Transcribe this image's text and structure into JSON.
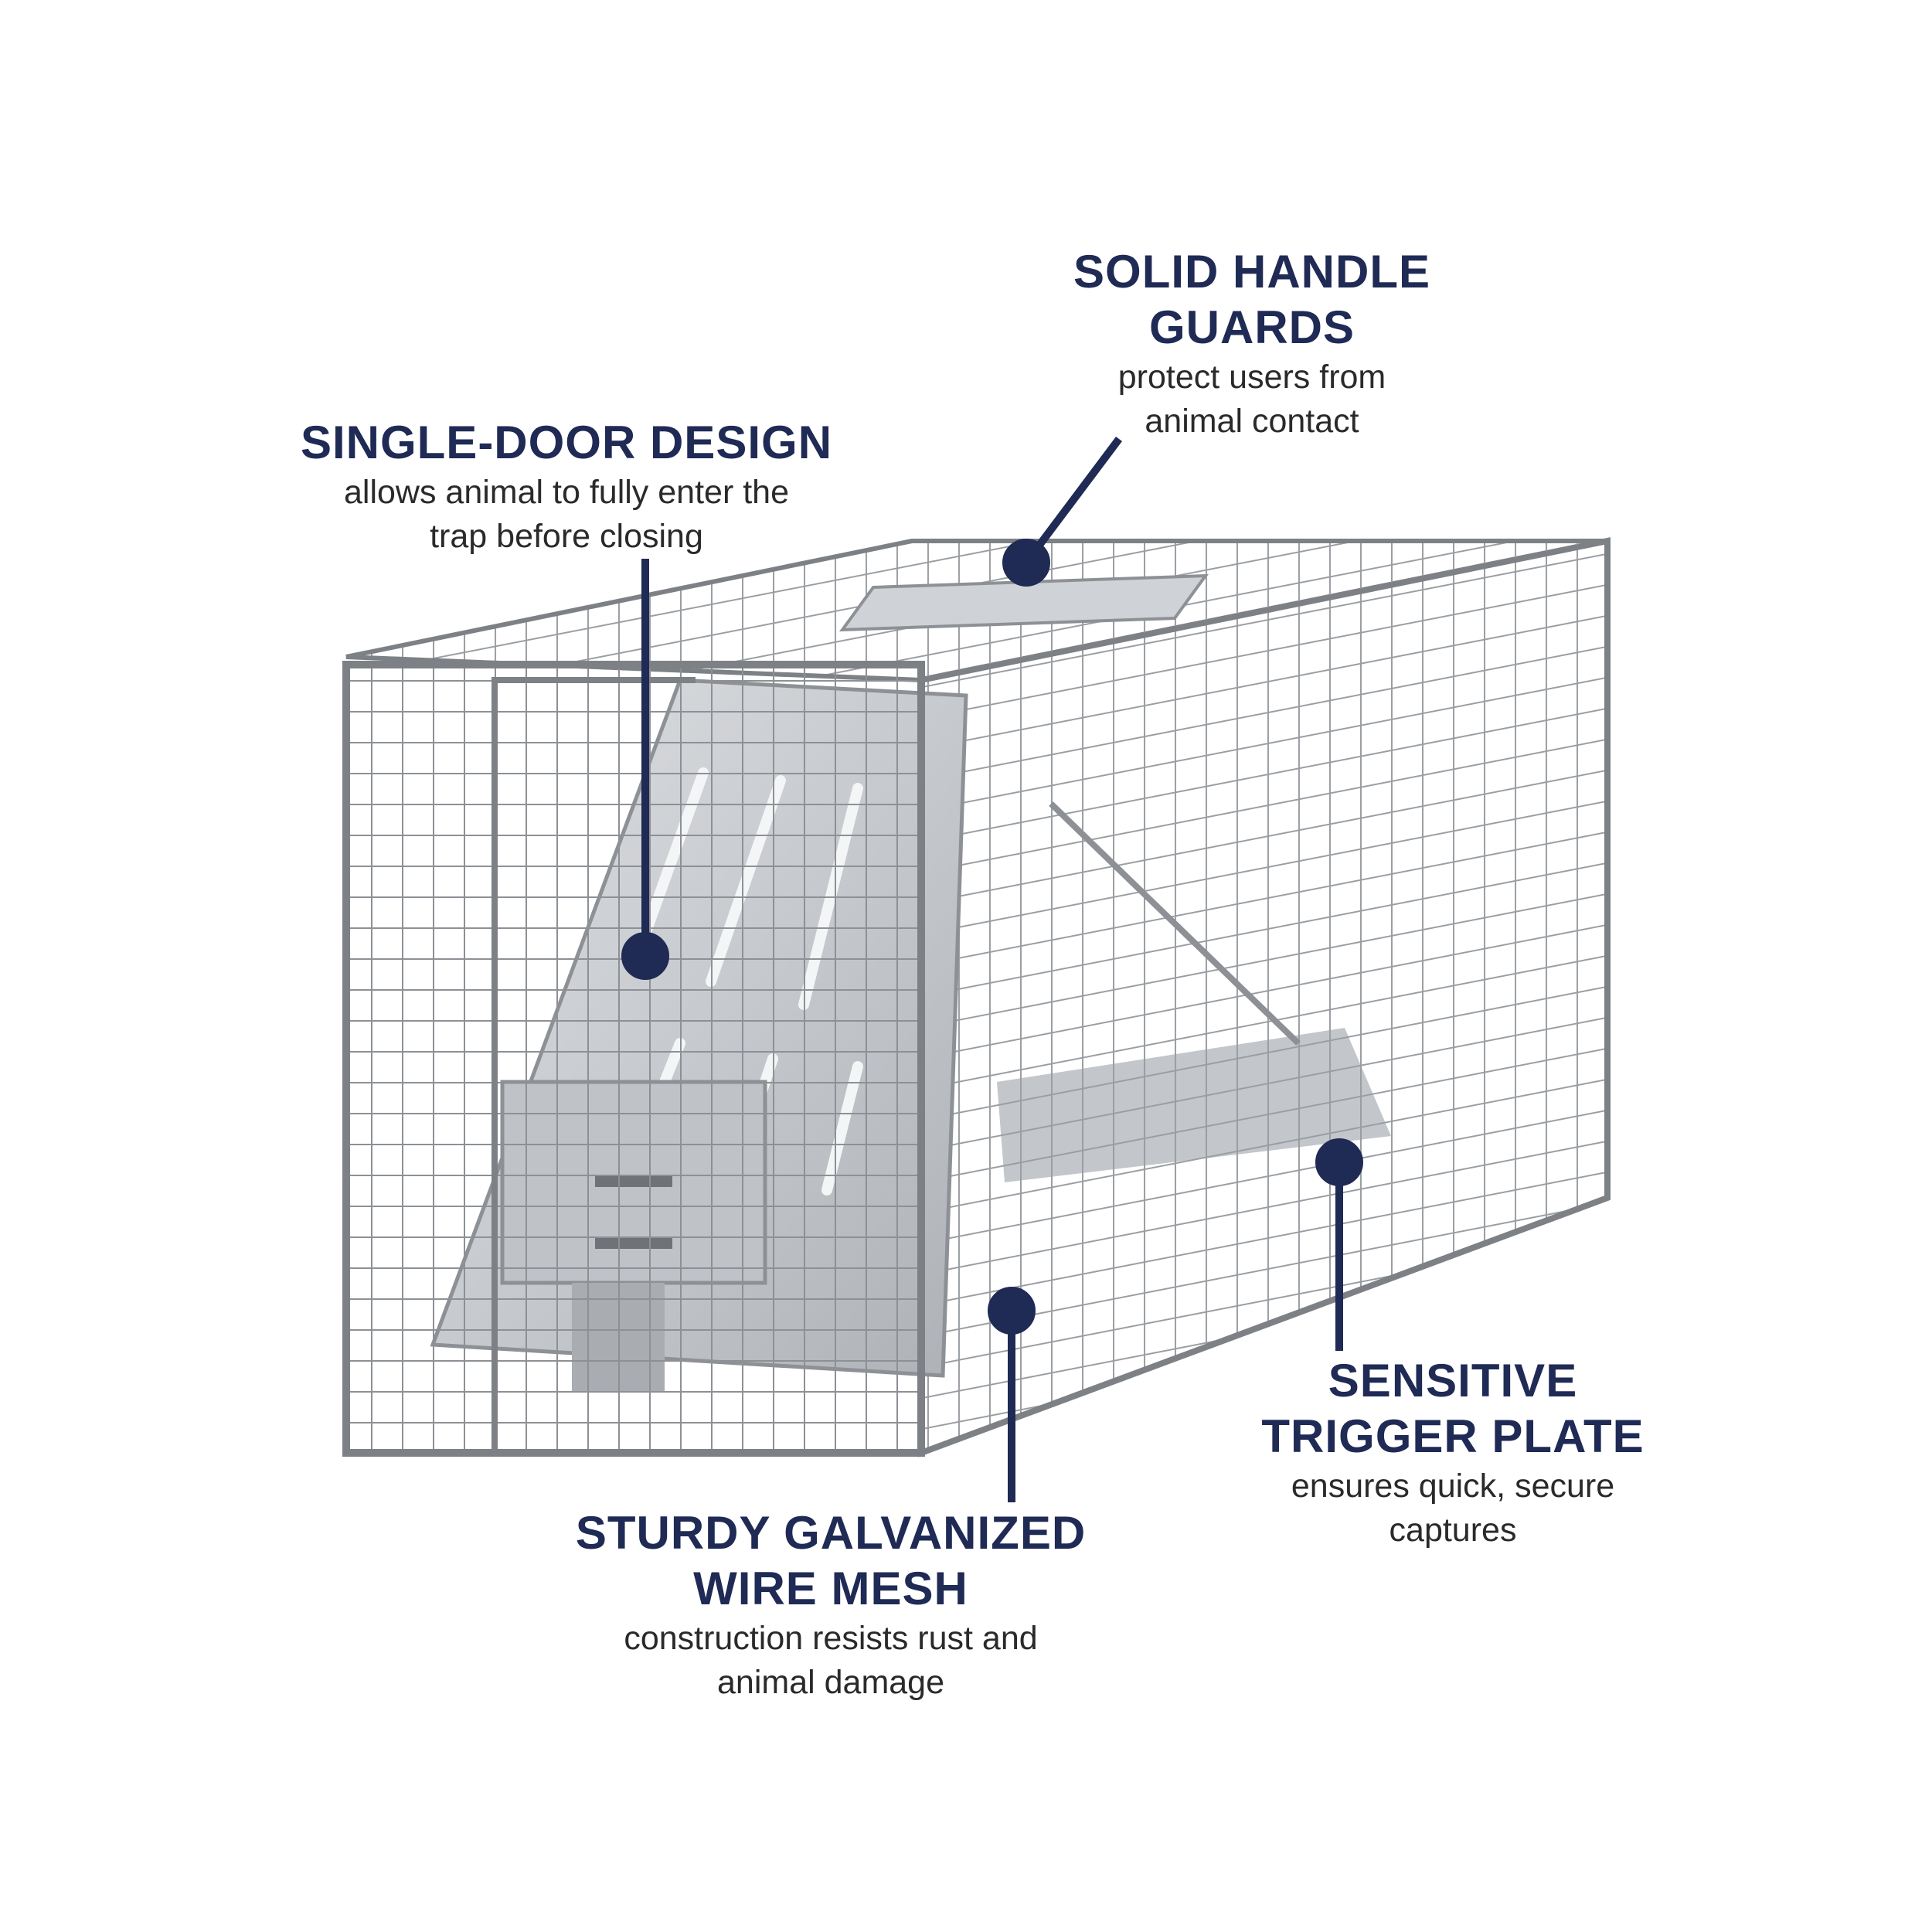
{
  "colors": {
    "accent": "#1f2a55",
    "body_text": "#2a2a2a",
    "wire": "#8d9196",
    "plate": "#c9ccd0"
  },
  "callouts": {
    "handle_guards": {
      "title_1": "SOLID HANDLE",
      "title_2": "GUARDS",
      "body_1": "protect users from",
      "body_2": "animal contact"
    },
    "single_door": {
      "title_1": "SINGLE-DOOR DESIGN",
      "body_1": "allows animal to fully enter the",
      "body_2": "trap before closing"
    },
    "trigger_plate": {
      "title_1": "SENSITIVE",
      "title_2": "TRIGGER PLATE",
      "body_1": "ensures quick, secure",
      "body_2": "captures"
    },
    "wire_mesh": {
      "title_1": "STURDY GALVANIZED",
      "title_2": "WIRE MESH",
      "body_1": "construction resists rust and",
      "body_2": "animal damage"
    }
  }
}
